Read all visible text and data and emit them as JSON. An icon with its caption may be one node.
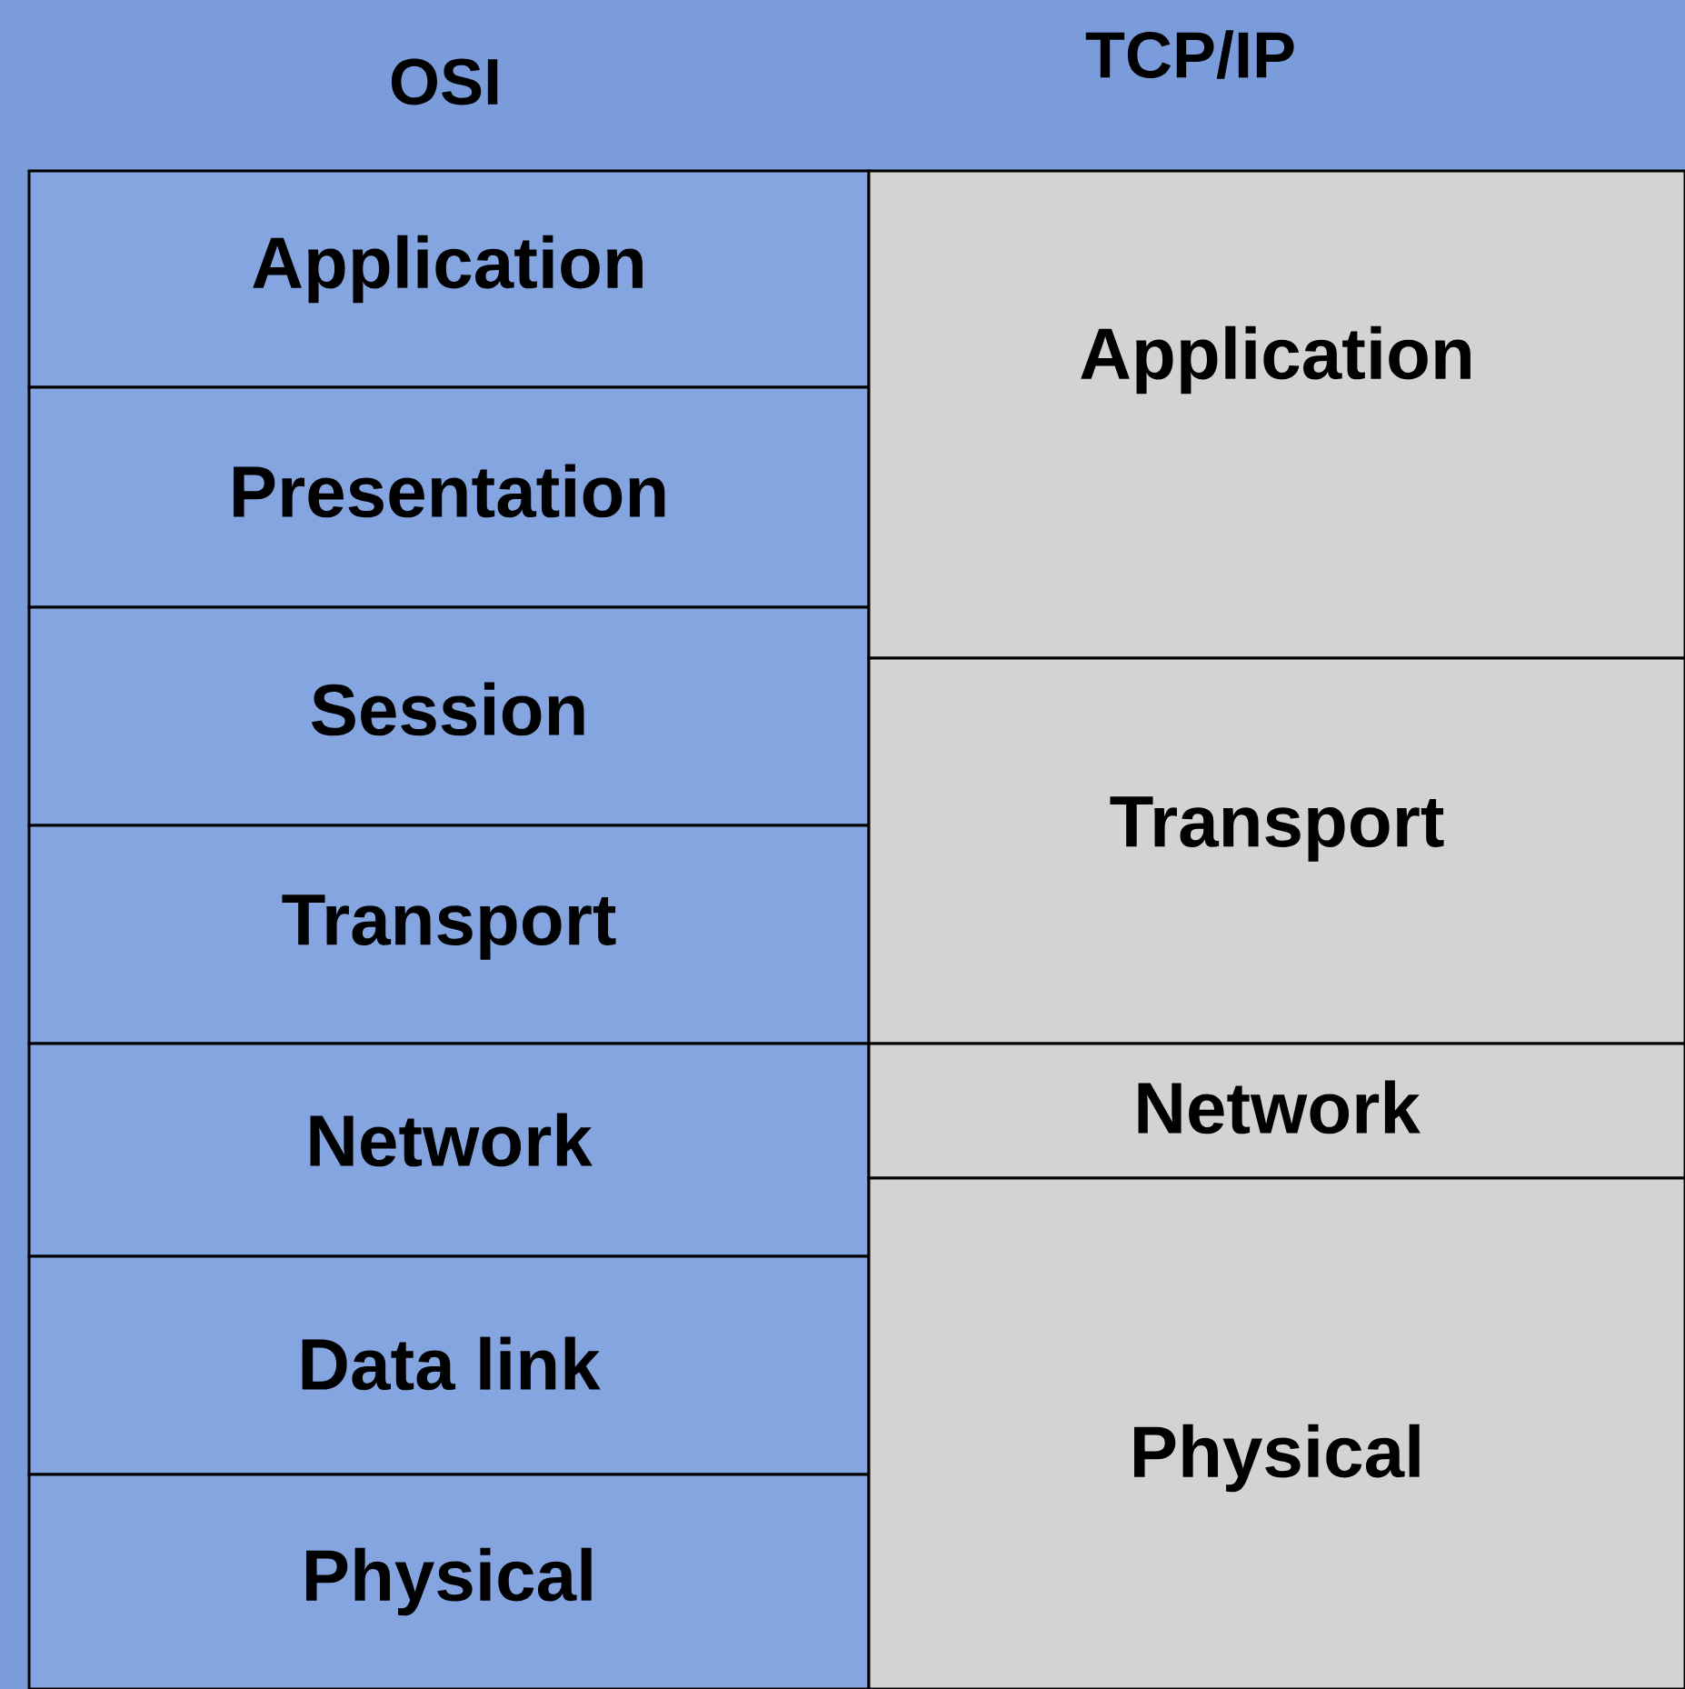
{
  "diagram": {
    "nodes": [
      {
        "text": [
          "Application"
        ]
      },
      {
        "text": [
          "Presentation"
        ]
      },
      {
        "text": [
          "Session"
        ]
      },
      {
        "text": [
          "Transport"
        ]
      },
      {
        "text": [
          "Network"
        ]
      },
      {
        "text": [
          "Data link"
        ]
      },
      {
        "text": [
          "Physical"
        ]
      },
      {
        "text": [
          "Application"
        ]
      },
      {
        "text": [
          "Transport"
        ]
      },
      {
        "text": [
          "Network"
        ]
      },
      {
        "text": [
          "Physical"
        ]
      }
    ],
    "labels": [
      "OSI",
      "TCP/IP"
    ]
  }
}
